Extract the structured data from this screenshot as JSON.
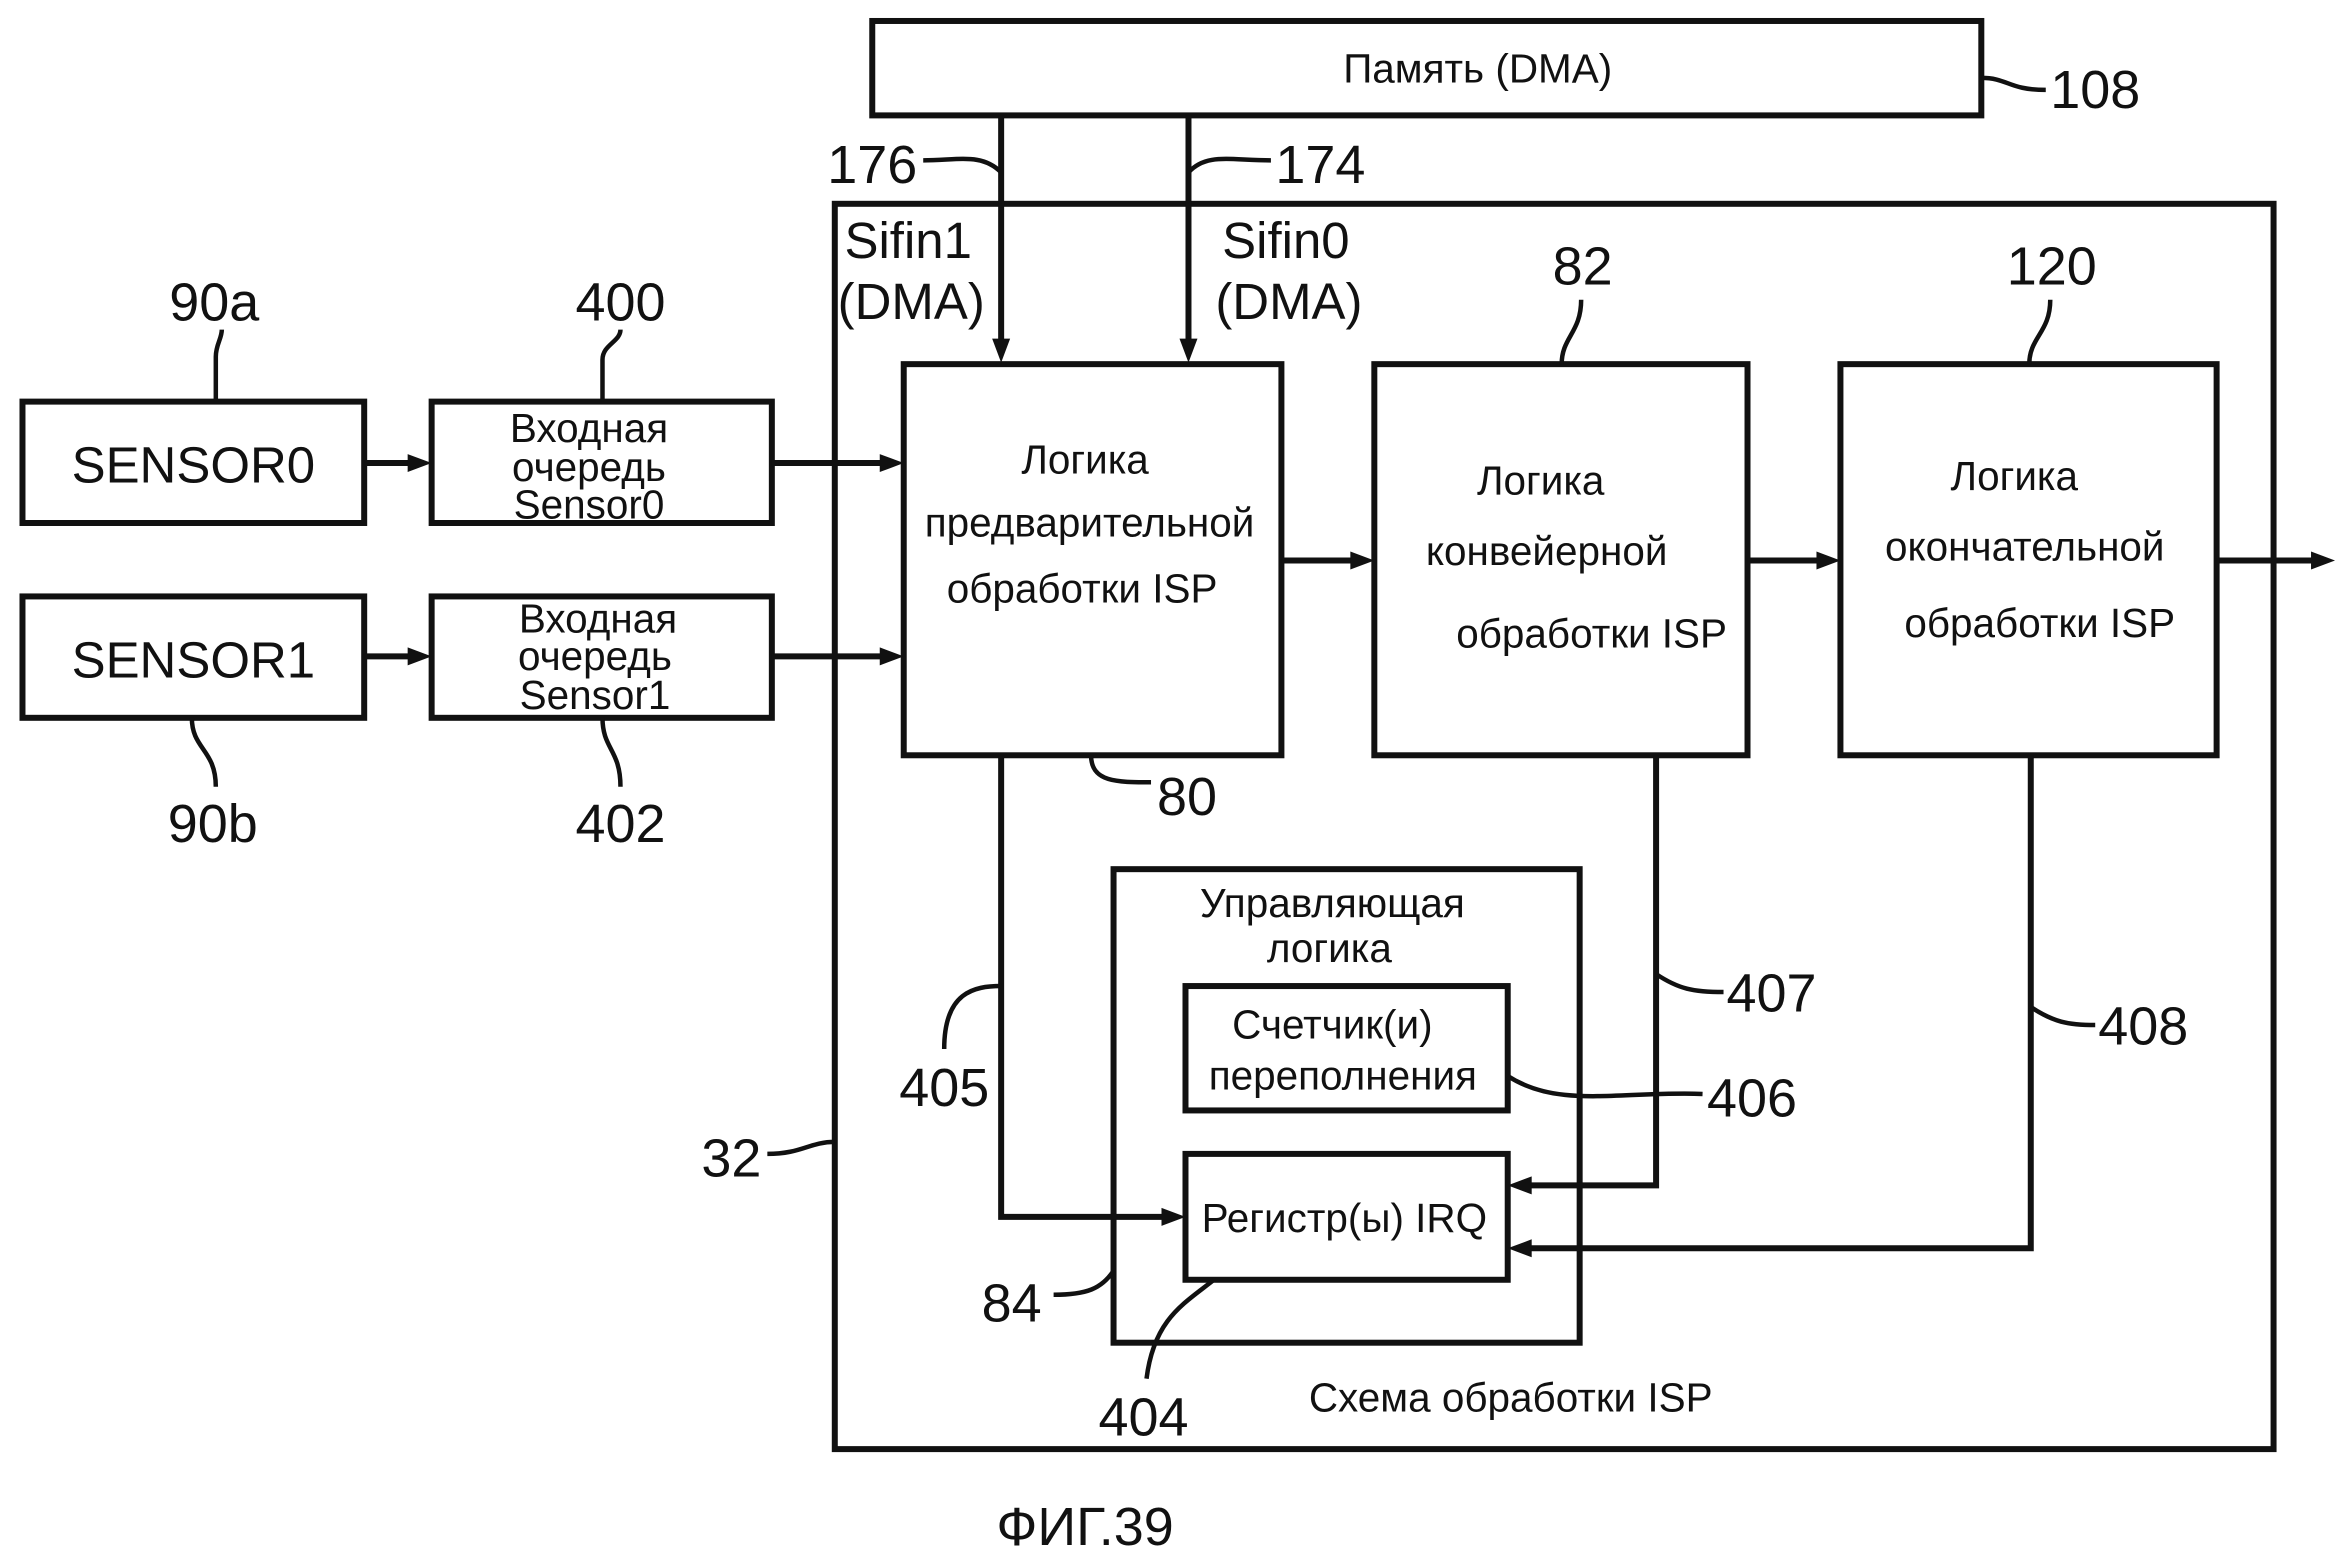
{
  "memory": {
    "label": "Память (DMA)",
    "ref": "108"
  },
  "dma": {
    "sifin1_line1": "Sifin1",
    "sifin1_line2": "(DMA)",
    "sifin1_ref": "176",
    "sifin0_line1": "Sifin0",
    "sifin0_line2": "(DMA)",
    "sifin0_ref": "174"
  },
  "sensors": [
    {
      "label": "SENSOR0",
      "ref": "90a"
    },
    {
      "label": "SENSOR1",
      "ref": "90b"
    }
  ],
  "queues": [
    {
      "line1": "Входная",
      "line2": "очередь",
      "line3": "Sensor0",
      "ref": "400"
    },
    {
      "line1": "Входная",
      "line2": "очередь",
      "line3": "Sensor1",
      "ref": "402"
    }
  ],
  "front_end": {
    "line1": "Логика",
    "line2": "предварительной",
    "line3": "обработки ISP",
    "ref": "80"
  },
  "pipeline": {
    "line1": "Логика",
    "line2": "конвейерной",
    "line3": "обработки ISP",
    "ref": "82"
  },
  "back_end": {
    "line1": "Логика",
    "line2": "окончательной",
    "line3": "обработки ISP",
    "ref": "120"
  },
  "control": {
    "line1": "Управляющая",
    "line2": "логика",
    "ref": "84",
    "counter_line1": "Счетчик(и)",
    "counter_line2": "переполнения",
    "counter_ref": "406",
    "irq_label": "Регистр(ы) IRQ",
    "irq_ref": "404"
  },
  "signals": {
    "front_irq": "405",
    "pipe_irq": "407",
    "back_irq": "408"
  },
  "isp": {
    "label": "Схема обработки ISP",
    "ref": "32"
  },
  "figure_caption": "ФИГ.39"
}
